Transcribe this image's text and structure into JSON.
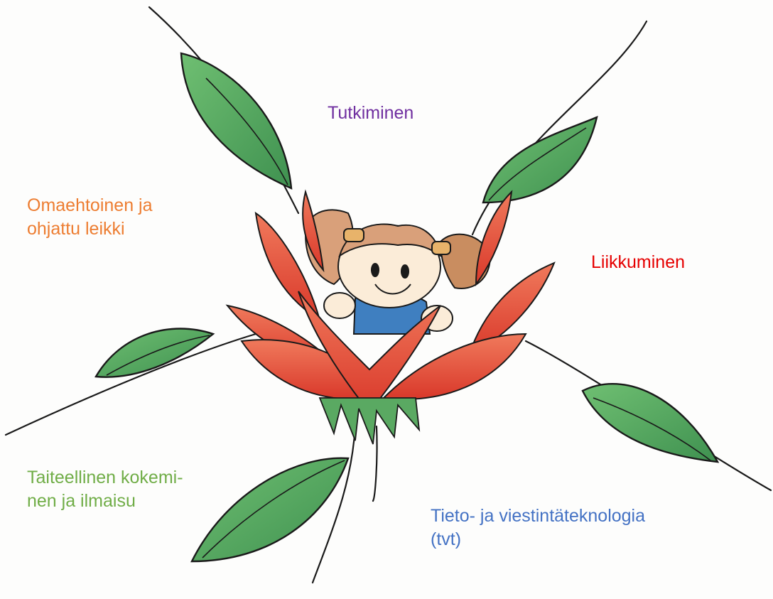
{
  "labels": {
    "tutkiminen": {
      "lines": [
        "Tutkiminen"
      ],
      "color": "#7030a0"
    },
    "leikki": {
      "lines": [
        "Omaehtoinen ja",
        "ohjattu leikki"
      ],
      "color": "#ed7d31"
    },
    "liikkuminen": {
      "lines": [
        "Liikkuminen"
      ],
      "color": "#e60000"
    },
    "taide": {
      "lines": [
        "Taiteellinen kokemi-",
        "nen ja ilmaisu"
      ],
      "color": "#70ad47"
    },
    "tvt": {
      "lines": [
        "Tieto- ja viestintäteknologia",
        "(tvt)"
      ],
      "color": "#4472c4"
    }
  },
  "illustration": {
    "leaf_color": "#4fa35a",
    "petal_color": "#e8503a",
    "hair_color": "#d9a07a",
    "shirt_color": "#3f7fc0",
    "skin_color": "#fbecd8"
  }
}
